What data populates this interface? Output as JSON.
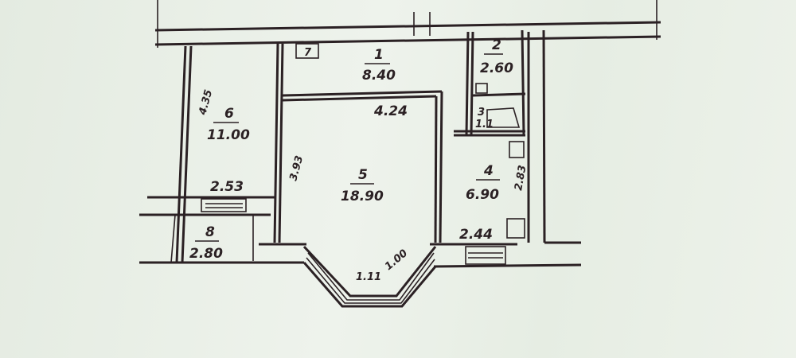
{
  "rooms": [
    {
      "number": "1",
      "area": "8.40"
    },
    {
      "number": "2",
      "area": "2.60"
    },
    {
      "number": "3",
      "area": "1.1"
    },
    {
      "number": "4",
      "area": "6.90"
    },
    {
      "number": "5",
      "area": "18.90"
    },
    {
      "number": "6",
      "area": "11.00"
    },
    {
      "number": "7"
    },
    {
      "number": "8",
      "area": "2.80"
    }
  ],
  "dimensions": {
    "corridor_length": "4.24",
    "room4_width": "2.44",
    "room4_length": "2.83",
    "room5_length": "3.93",
    "bay_side_a": "1.11",
    "bay_side_b": "1.00",
    "room6_length": "4.35",
    "room6_width": "2.53"
  }
}
